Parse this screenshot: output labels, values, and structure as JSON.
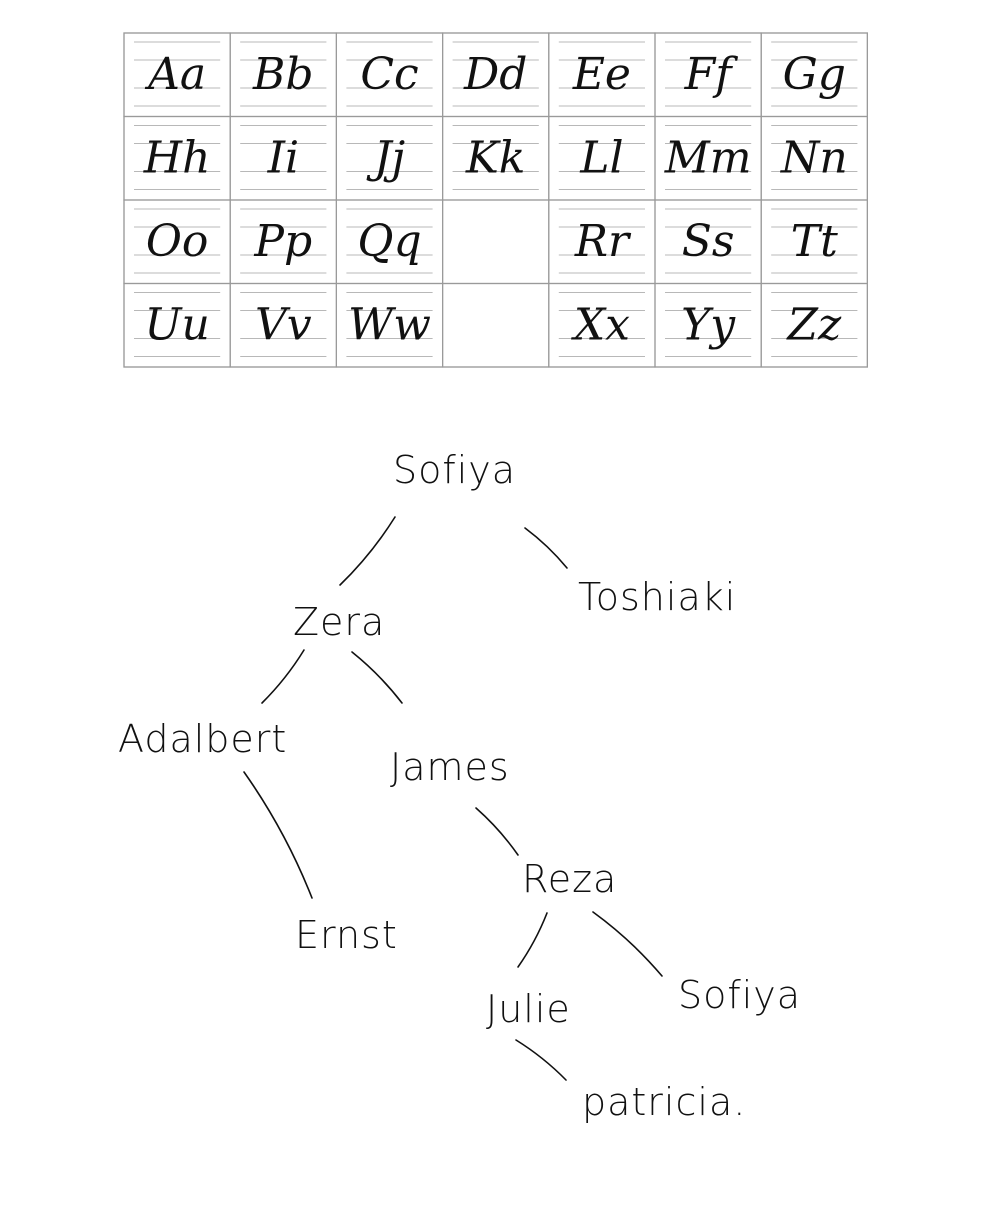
{
  "alphabet_chart": {
    "rows": [
      [
        "Aa",
        "Bb",
        "Cc",
        "Dd",
        "Ee",
        "Ff",
        "Gg"
      ],
      [
        "Hh",
        "Ii",
        "Jj",
        "Kk",
        "Ll",
        "Mm",
        "Nn"
      ],
      [
        "Oo",
        "Pp",
        "Qq",
        "",
        "Rr",
        "Ss",
        "Tt"
      ],
      [
        "Uu",
        "Vv",
        "Ww",
        "",
        "Xx",
        "Yy",
        "Zz"
      ]
    ]
  },
  "tree": {
    "nodes": [
      {
        "id": "n1",
        "label": "Sofiya"
      },
      {
        "id": "n2",
        "label": "Zera"
      },
      {
        "id": "n3",
        "label": "Toshiaki"
      },
      {
        "id": "n4",
        "label": "Adalbert"
      },
      {
        "id": "n5",
        "label": "James"
      },
      {
        "id": "n6",
        "label": "Ernst"
      },
      {
        "id": "n7",
        "label": "Reza"
      },
      {
        "id": "n8",
        "label": "Julie"
      },
      {
        "id": "n9",
        "label": "Sofiya"
      },
      {
        "id": "n10",
        "label": "patricia."
      }
    ],
    "edges": [
      [
        "n1",
        "n2"
      ],
      [
        "n1",
        "n3"
      ],
      [
        "n2",
        "n4"
      ],
      [
        "n2",
        "n5"
      ],
      [
        "n4",
        "n6"
      ],
      [
        "n5",
        "n7"
      ],
      [
        "n7",
        "n8"
      ],
      [
        "n7",
        "n9"
      ],
      [
        "n8",
        "n10"
      ]
    ]
  }
}
